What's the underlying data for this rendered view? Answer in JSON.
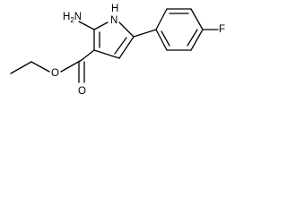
{
  "molecule": {
    "labels": {
      "amine": "NH2",
      "ring_nh": "NH",
      "fluorine": "F",
      "ester_carbonyl_o": "O",
      "ester_ether_o": "O"
    },
    "amine_text": {
      "main": "H",
      "sub": "2",
      "end": "N"
    },
    "ring_nh_text": {
      "h": "H",
      "n": "N"
    }
  }
}
